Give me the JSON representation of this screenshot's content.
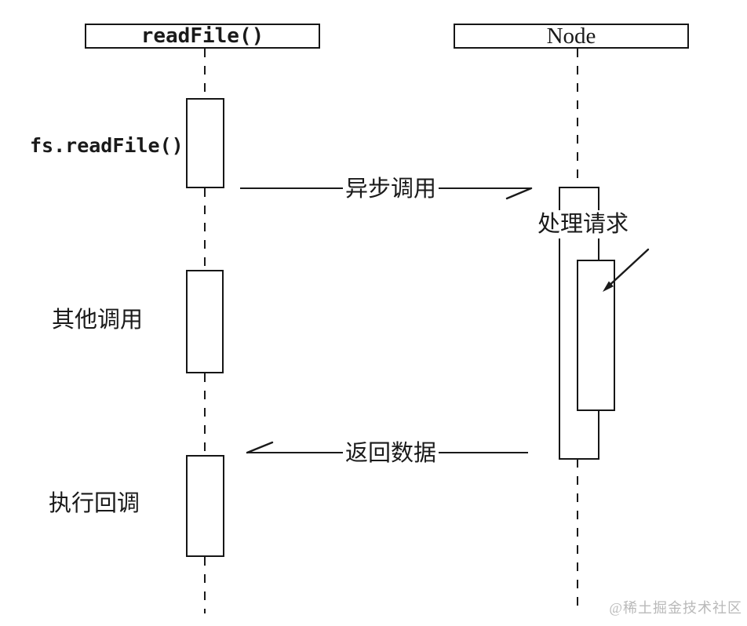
{
  "diagram": {
    "participants": [
      {
        "name": "readFile()"
      },
      {
        "name": "Node"
      }
    ],
    "labels": {
      "fs_readfile": "fs.readFile()",
      "other_calls": "其他调用",
      "execute_callback": "执行回调",
      "handle_request": "处理请求"
    },
    "messages": {
      "async_call": "异步调用",
      "return_data": "返回数据"
    }
  },
  "watermark": "@稀土掘金技术社区",
  "colors": {
    "line": "#1a1a1a",
    "background": "#ffffff",
    "watermark": "#b9b9b9"
  }
}
